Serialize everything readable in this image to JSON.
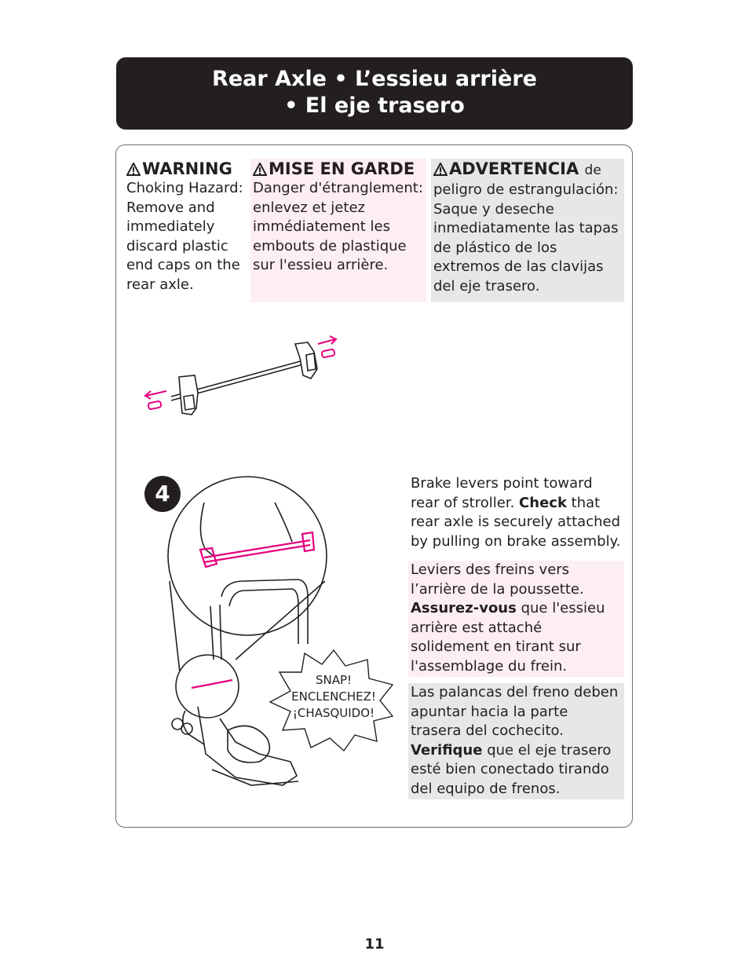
{
  "header": {
    "line1": "Rear Axle  •  L’essieu arrière",
    "line2": "•  El eje trasero"
  },
  "warnings": {
    "en": {
      "title": "WARNING",
      "body": "Choking Hazard: Remove and immediately discard plastic end caps on the rear axle."
    },
    "fr": {
      "title": "MISE EN GARDE",
      "body": "Danger d'étranglement: enlevez et jetez immédiatement les embouts de plastique sur l'essieu arrière."
    },
    "es": {
      "title": "ADVERTENCIA",
      "title_suffix": "de",
      "body": "peligro de estrangulación: Saque y deseche inmediatamente las tapas de plástico de los extremos de las clavijas del eje trasero."
    }
  },
  "step": {
    "number": "4",
    "en": {
      "a": "Brake levers point toward rear of stroller.",
      "b": "Check",
      "c": "that rear axle is securely attached by pulling on brake assembly."
    },
    "fr": {
      "a": "Leviers des freins vers l’arrière de la poussette.",
      "b": "Assurez-vous",
      "c": "que l'essieu arrière est attaché solidement en tirant sur l'assemblage du frein."
    },
    "es": {
      "a": "Las palancas del freno deben apuntar hacia la parte trasera del cochecito.",
      "b": "Verifique",
      "c": "que el eje trasero esté bien conectado tirando del equipo de frenos."
    }
  },
  "snap": {
    "line1": "SNAP!",
    "line2": "ENCLENCHEZ!",
    "line3": "¡CHASQUIDO!"
  },
  "page_number": "11",
  "colors": {
    "accent": "#e6007e",
    "pink_bg": "#fdeef3",
    "gray_bg": "#e6e7e8"
  },
  "icons": {
    "warning": "warning-triangle-icon"
  }
}
